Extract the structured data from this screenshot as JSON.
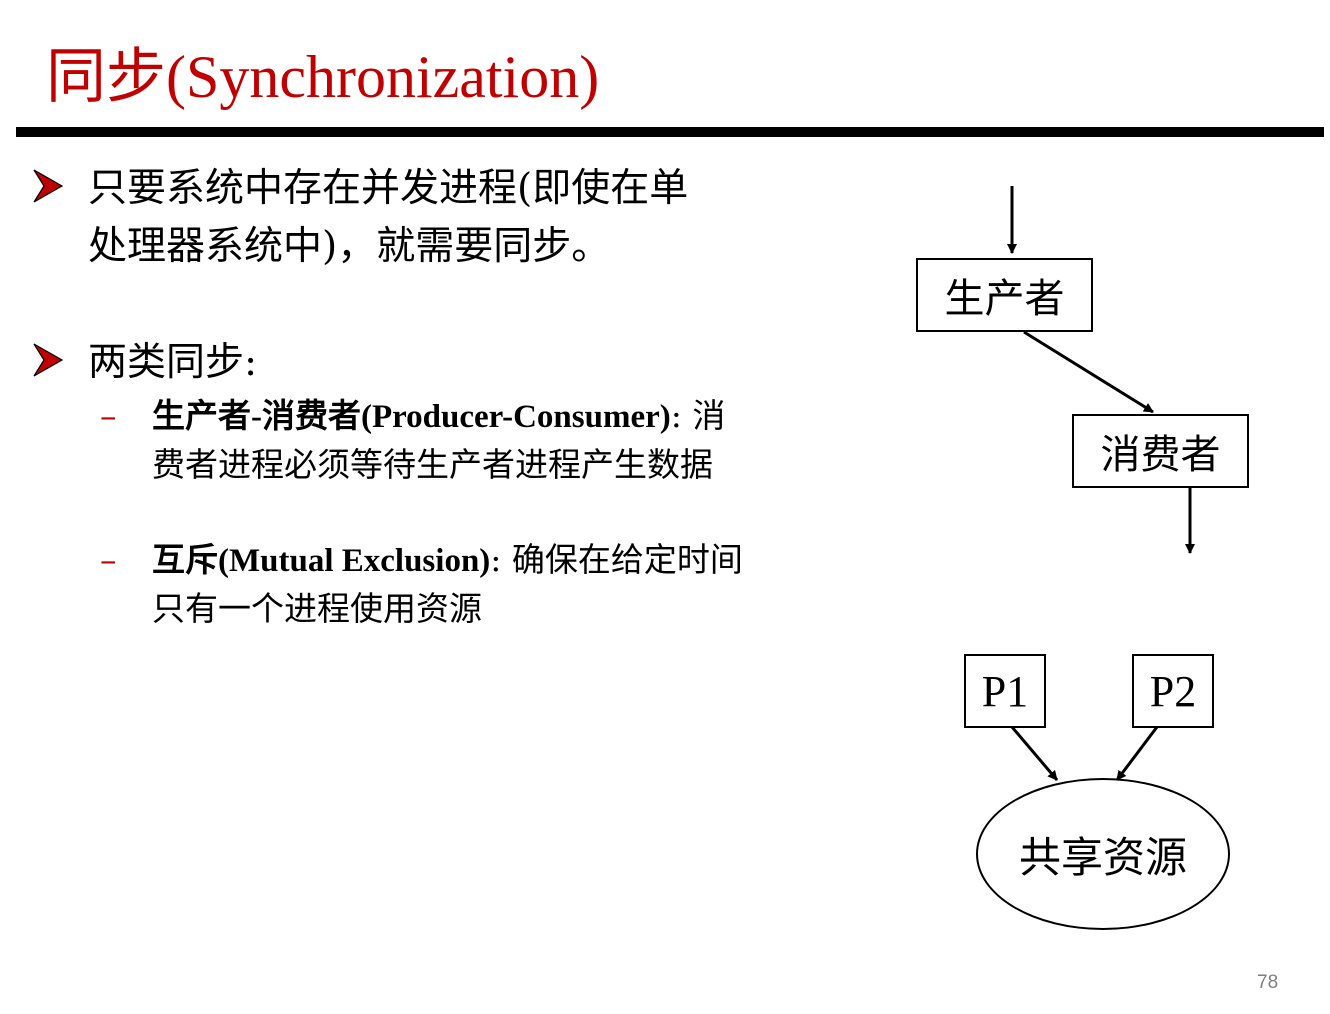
{
  "slide": {
    "title": "同步(Synchronization)",
    "page_number": "78"
  },
  "bullets": [
    {
      "line1": "只要系统中存在并发进程(即使在单",
      "line2": "处理器系统中)，就需要同步。"
    },
    {
      "line1": "两类同步:"
    }
  ],
  "sub_bullets": [
    {
      "dash": "–",
      "term": "生产者-消费者(Producer-Consumer)",
      "rest1": ": 消",
      "line2": "费者进程必须等待生产者进程产生数据"
    },
    {
      "dash": "–",
      "term": "互斥(Mutual Exclusion)",
      "rest1": ": 确保在给定时间",
      "line2": "只有一个进程使用资源"
    }
  ],
  "diagram": {
    "producer": "生产者",
    "consumer": "消费者",
    "p1": "P1",
    "p2": "P2",
    "shared_resource": "共享资源"
  },
  "colors": {
    "title": "#c00000",
    "bullet_arrow": "#c00000",
    "page_number": "#7f7f7f"
  }
}
